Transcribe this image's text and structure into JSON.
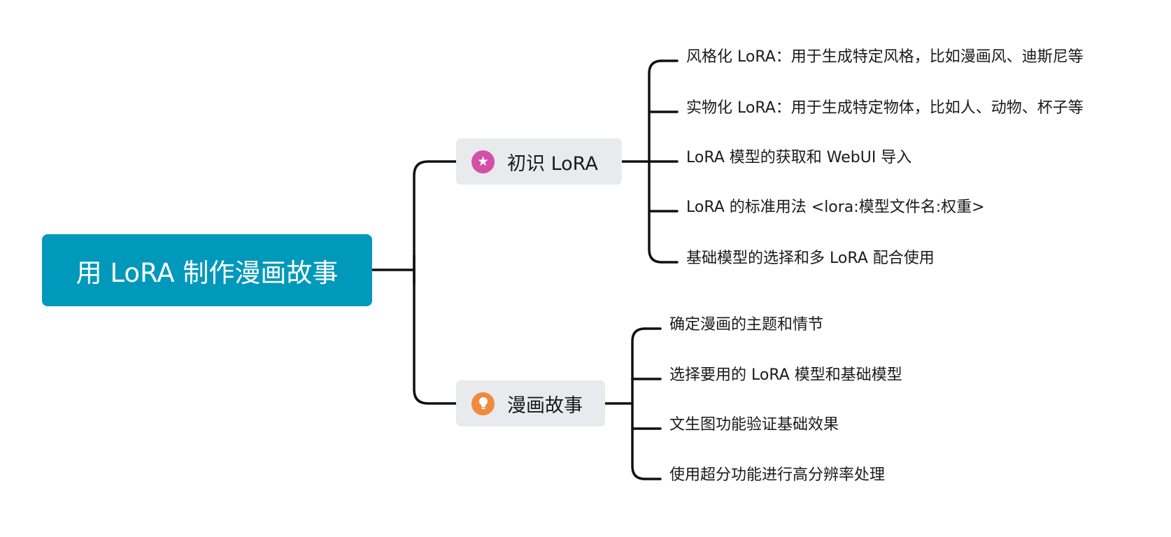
{
  "root": {
    "label": "用 LoRA 制作漫画故事",
    "color": "#0099BB"
  },
  "branches": [
    {
      "label": "初识 LoRA",
      "icon": "star-icon",
      "icon_color": "#D44FA8",
      "children": [
        "风格化 LoRA：用于生成特定风格，比如漫画风、迪斯尼等",
        "实物化 LoRA：用于生成特定物体，比如人、动物、杯子等",
        "LoRA 模型的获取和 WebUI 导入",
        "LoRA 的标准用法 <lora:模型文件名:权重>",
        "基础模型的选择和多 LoRA 配合使用"
      ]
    },
    {
      "label": "漫画故事",
      "icon": "lightbulb-icon",
      "icon_color": "#F08A3C",
      "children": [
        "确定漫画的主题和情节",
        "选择要用的 LoRA 模型和基础模型",
        "文生图功能验证基础效果",
        "使用超分功能进行高分辨率处理"
      ]
    }
  ],
  "line_color": "#111111",
  "branch_bg": "#E8EAED"
}
